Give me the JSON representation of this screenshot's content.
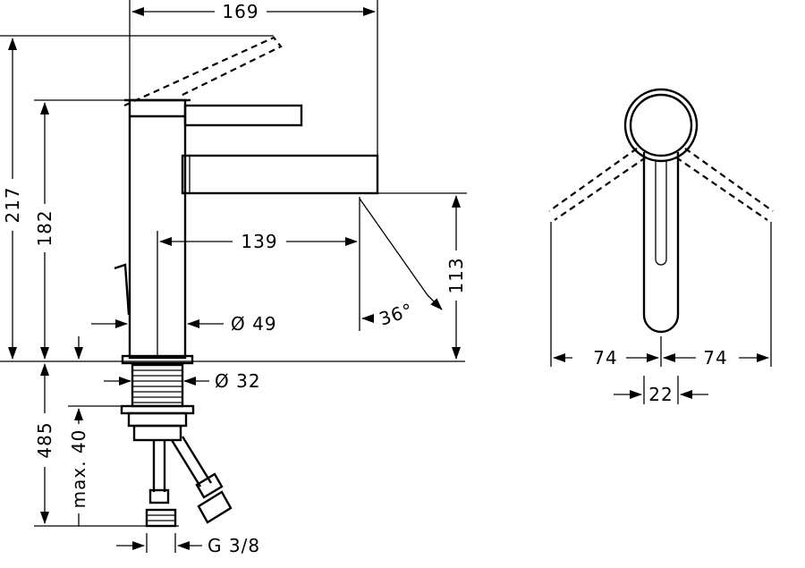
{
  "drawing": {
    "dimensions": {
      "width_total": "169",
      "height_total": "217",
      "height_outlet_level": "182",
      "spout_reach": "139",
      "outlet_height": "113",
      "swivel_angle": "36°",
      "body_diameter": "Ø 49",
      "thread_diameter": "Ø 32",
      "below_counter": "485",
      "max_thickness": "max. 40",
      "connection": "G 3/8",
      "handle_swing_left": "74",
      "handle_swing_right": "74",
      "handle_width": "22"
    }
  }
}
